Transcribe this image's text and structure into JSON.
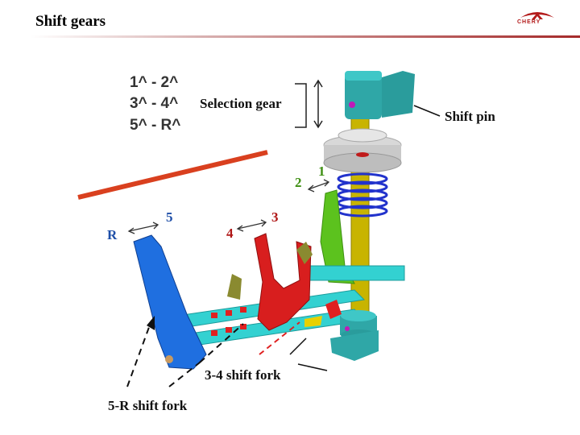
{
  "header": {
    "title": "Shift gears",
    "logo_text": "CHERY"
  },
  "gear_pairs": [
    "1^ - 2^",
    "3^ - 4^",
    "5^ - R^"
  ],
  "labels": {
    "selection_gear": "Selection gear",
    "shift_pin": "Shift pin",
    "fork_34": "3-4 shift fork",
    "fork_5r": "5-R shift fork"
  },
  "position_marks": {
    "r": "R",
    "five": "5",
    "four": "4",
    "three": "3",
    "two": "2",
    "one": "1"
  },
  "colors": {
    "fork_5r": "#1f6fe0",
    "fork_34": "#d81e1e",
    "fork_12": "#5cc21e",
    "rail": "#33d1d1",
    "shaft": "#c8b400",
    "spring": "#2233cc",
    "red_bar": "#d9401f",
    "accent_rule": "#a52a2a"
  }
}
